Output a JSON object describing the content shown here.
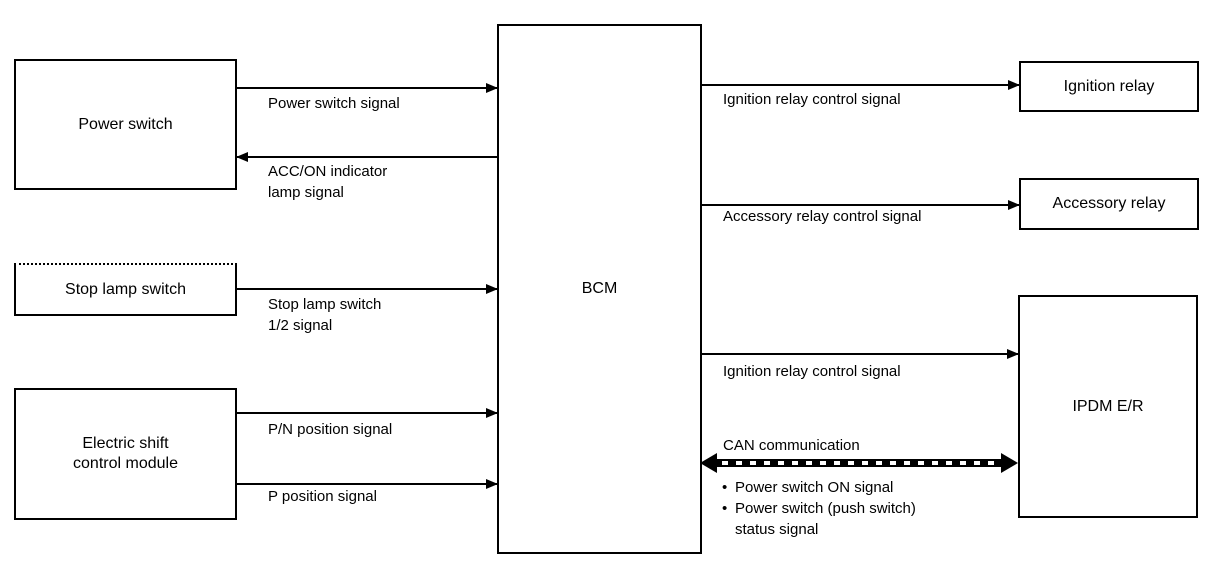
{
  "diagram": {
    "bullet": "•",
    "colors": {
      "line": "#000000",
      "background": "#ffffff"
    },
    "boxes": {
      "power_switch": {
        "label": "Power switch"
      },
      "stop_lamp_switch": {
        "label": "Stop lamp switch"
      },
      "electric_shift_control_module": {
        "label": "Electric shift control module"
      },
      "bcm": {
        "label": "BCM"
      },
      "ignition_relay": {
        "label": "Ignition relay"
      },
      "accessory_relay": {
        "label": "Accessory relay"
      },
      "ipdm_er": {
        "label": "IPDM E/R"
      }
    },
    "signals": {
      "power_switch_signal": {
        "label": "Power switch signal",
        "from": "power_switch",
        "to": "bcm",
        "direction": "right"
      },
      "acc_on_indicator_lamp_signal": {
        "label": "ACC/ON indicator lamp signal",
        "from": "bcm",
        "to": "power_switch",
        "direction": "left"
      },
      "stop_lamp_switch_signal": {
        "label": "Stop lamp switch 1/2 signal",
        "from": "stop_lamp_switch",
        "to": "bcm",
        "direction": "right"
      },
      "pn_position_signal": {
        "label": "P/N position signal",
        "from": "electric_shift_control_module",
        "to": "bcm",
        "direction": "right"
      },
      "p_position_signal": {
        "label": "P position signal",
        "from": "electric_shift_control_module",
        "to": "bcm",
        "direction": "right"
      },
      "ignition_relay_control_signal": {
        "label": "Ignition relay control signal",
        "from": "bcm",
        "to": "ignition_relay",
        "direction": "right"
      },
      "accessory_relay_control_signal": {
        "label": "Accessory relay control signal",
        "from": "bcm",
        "to": "accessory_relay",
        "direction": "right"
      },
      "ignition_relay_control_signal_ipdm": {
        "label": "Ignition relay control signal",
        "from": "bcm",
        "to": "ipdm_er",
        "direction": "right"
      },
      "can_communication": {
        "label": "CAN communication",
        "from": "bcm",
        "to": "ipdm_er",
        "direction": "both",
        "items": [
          "Power switch ON signal",
          "Power switch (push switch) status signal"
        ]
      }
    }
  }
}
